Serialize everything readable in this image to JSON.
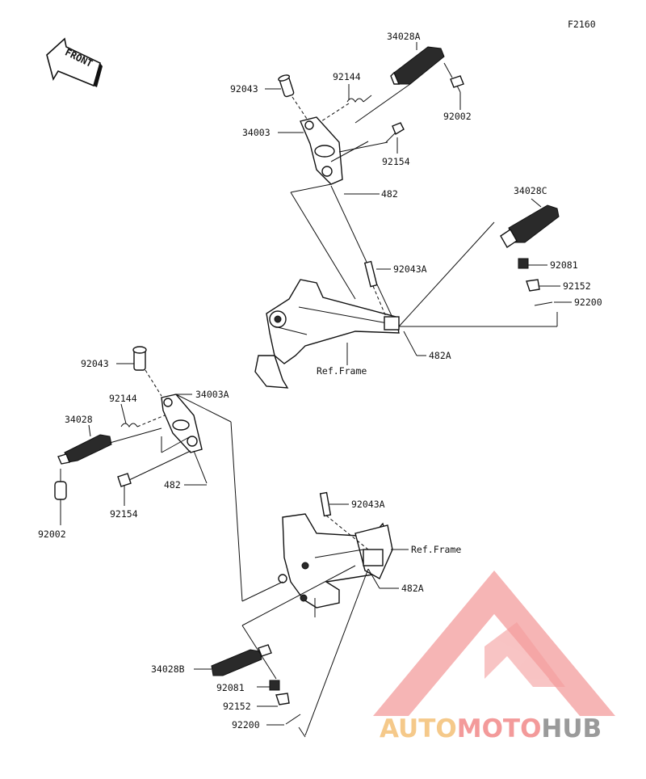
{
  "figure_code": "F2160",
  "front_arrow_label": "FRONT",
  "labels": {
    "top_34028A": "34028A",
    "top_92043": "92043",
    "top_92144": "92144",
    "top_92002": "92002",
    "top_34003": "34003",
    "top_92154": "92154",
    "top_482": "482",
    "right_34028C": "34028C",
    "right_92043A": "92043A",
    "right_92081": "92081",
    "right_92152": "92152",
    "right_92200": "92200",
    "right_ref_frame": "Ref.Frame",
    "right_482A": "482A",
    "left_92043": "92043",
    "left_34003A": "34003A",
    "left_92144": "92144",
    "left_34028": "34028",
    "left_482": "482",
    "left_92154": "92154",
    "left_92002": "92002",
    "bottom_92043A": "92043A",
    "bottom_ref_frame": "Ref.Frame",
    "bottom_482A": "482A",
    "bottom_34028B": "34028B",
    "bottom_92081": "92081",
    "bottom_92152": "92152",
    "bottom_92200": "92200"
  },
  "watermark": {
    "text_part1": "AUTO",
    "text_part2": "MOTO",
    "text_part3": "HUB",
    "color_auto": "#f5c98a",
    "color_moto": "#f39a9a",
    "color_hub": "#9a9a9a",
    "logo_color": "#f28b8b"
  }
}
